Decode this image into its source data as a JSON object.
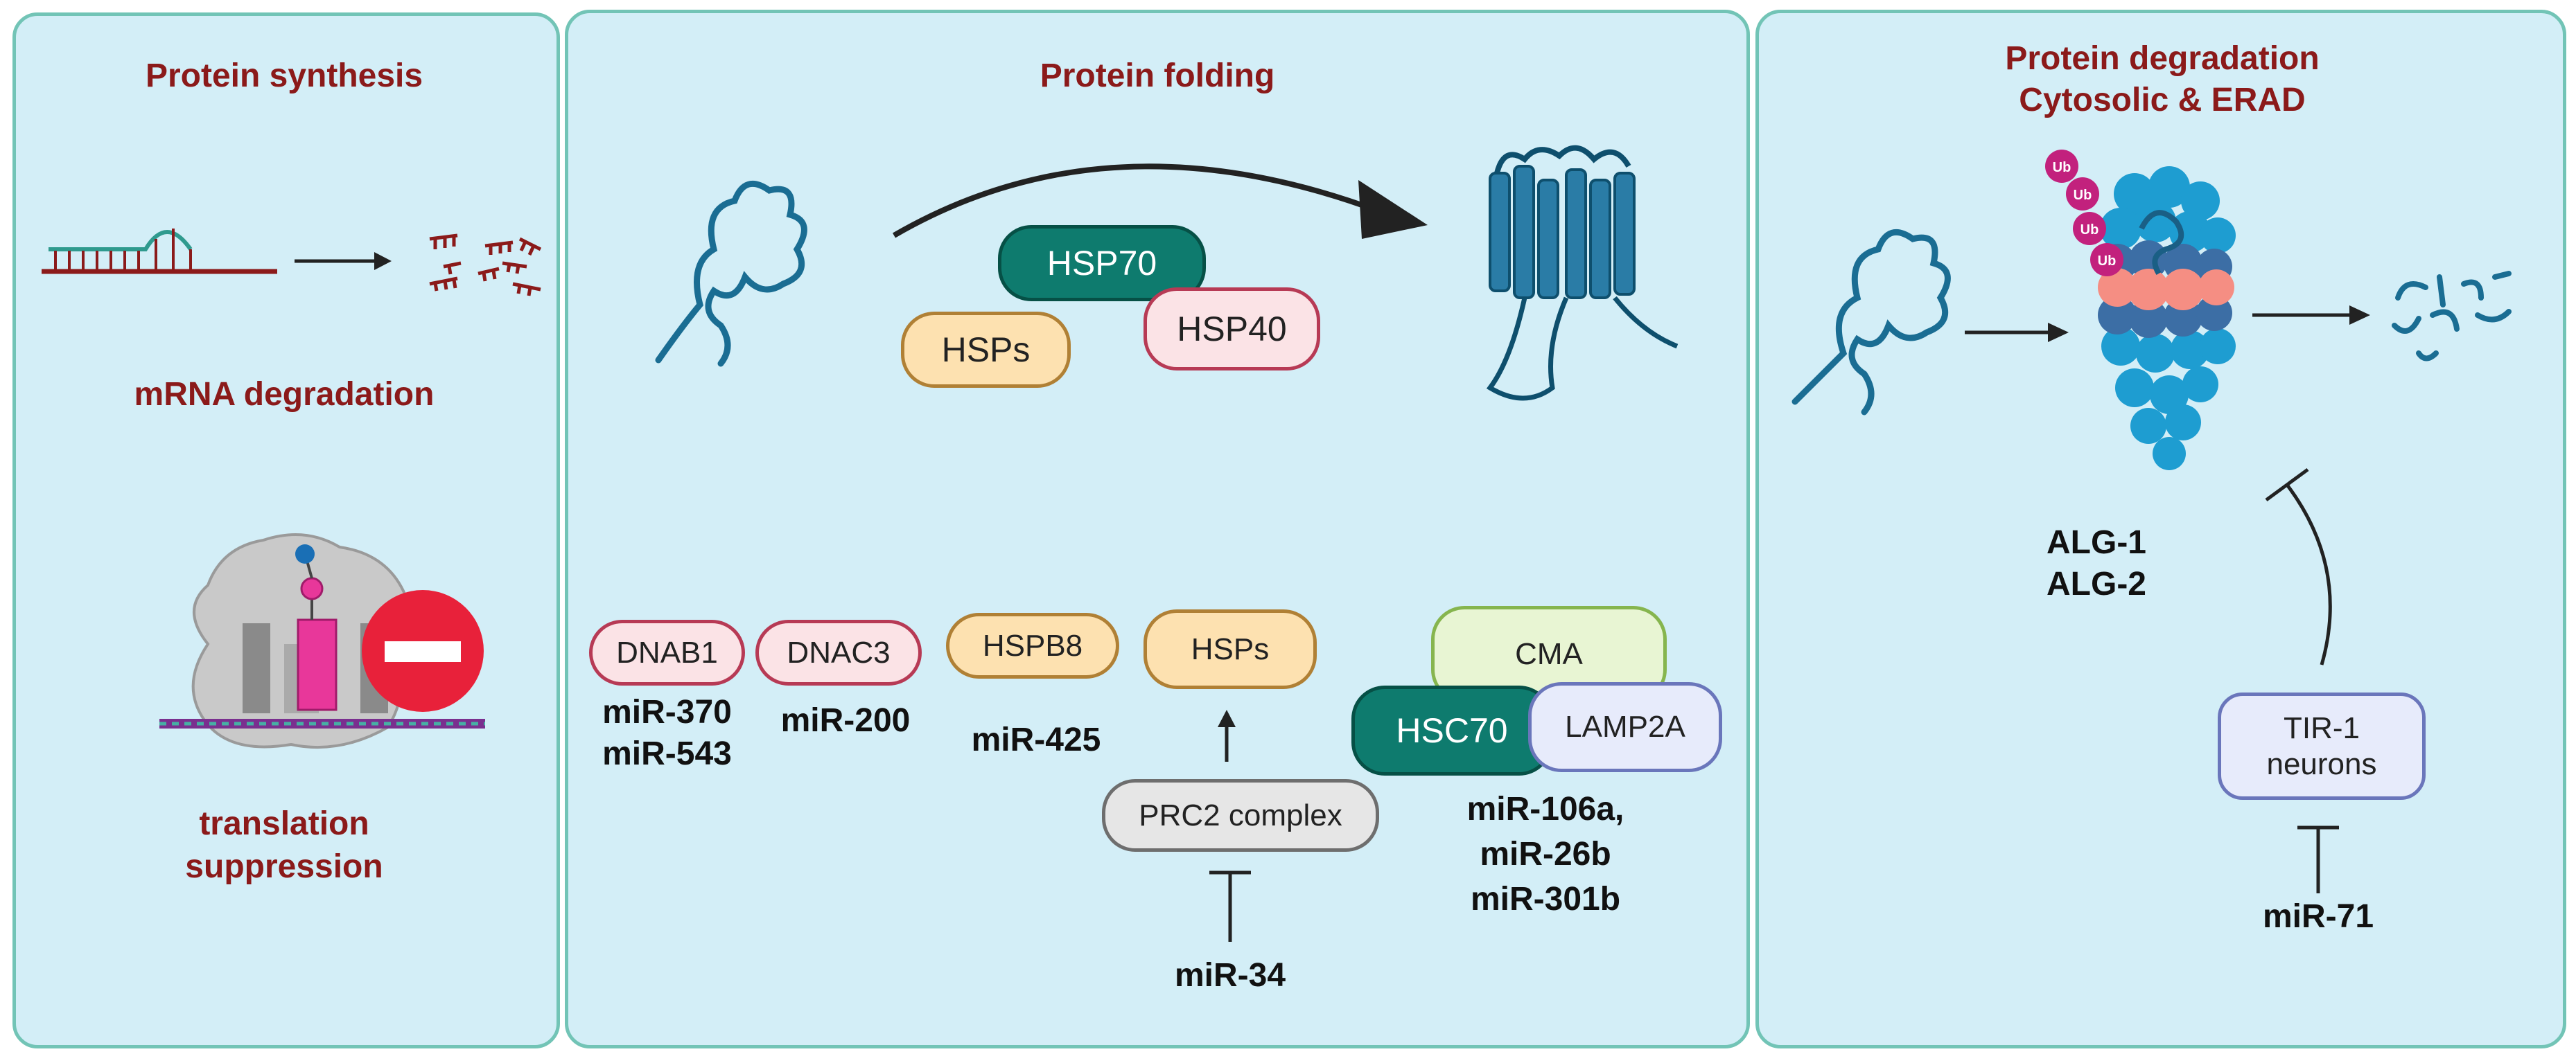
{
  "panels": {
    "synthesis": {
      "title": "Protein synthesis",
      "mrna_label": "mRNA degradation",
      "translation_label_1": "translation",
      "translation_label_2": "suppression"
    },
    "folding": {
      "title": "Protein folding",
      "chaperones": {
        "hsp70": "HSP70",
        "hsps": "HSPs",
        "hsp40": "HSP40"
      },
      "targets": [
        {
          "name": "DNAB1",
          "mirs": [
            "miR-370",
            "miR-543"
          ]
        },
        {
          "name": "DNAC3",
          "mirs": [
            "miR-200"
          ]
        },
        {
          "name": "HSPB8",
          "mirs": [
            "miR-425"
          ]
        }
      ],
      "hsps2": "HSPs",
      "prc2": "PRC2 complex",
      "mir34": "miR-34",
      "cma": {
        "cma": "CMA",
        "hsc70": "HSC70",
        "lamp2a": "LAMP2A",
        "mirs": [
          "miR-106a,",
          "miR-26b",
          "miR-301b"
        ]
      }
    },
    "degradation": {
      "title_1": "Protein degradation",
      "title_2": "Cytosolic & ERAD",
      "ub": "Ub",
      "alg": [
        "ALG-1",
        "ALG-2"
      ],
      "tir_1": "TIR-1",
      "tir_2": "neurons",
      "mir71": "miR-71"
    }
  },
  "colors": {
    "panel_bg": "#d3eef7",
    "panel_border": "#72c4b6",
    "title": "#8b1a1a",
    "protein": "#1a6d93",
    "proteasome_blue": "#1e9dd1",
    "proteasome_dark": "#3c6ea5",
    "proteasome_salmon": "#f58e83",
    "ub": "#c2217d"
  }
}
